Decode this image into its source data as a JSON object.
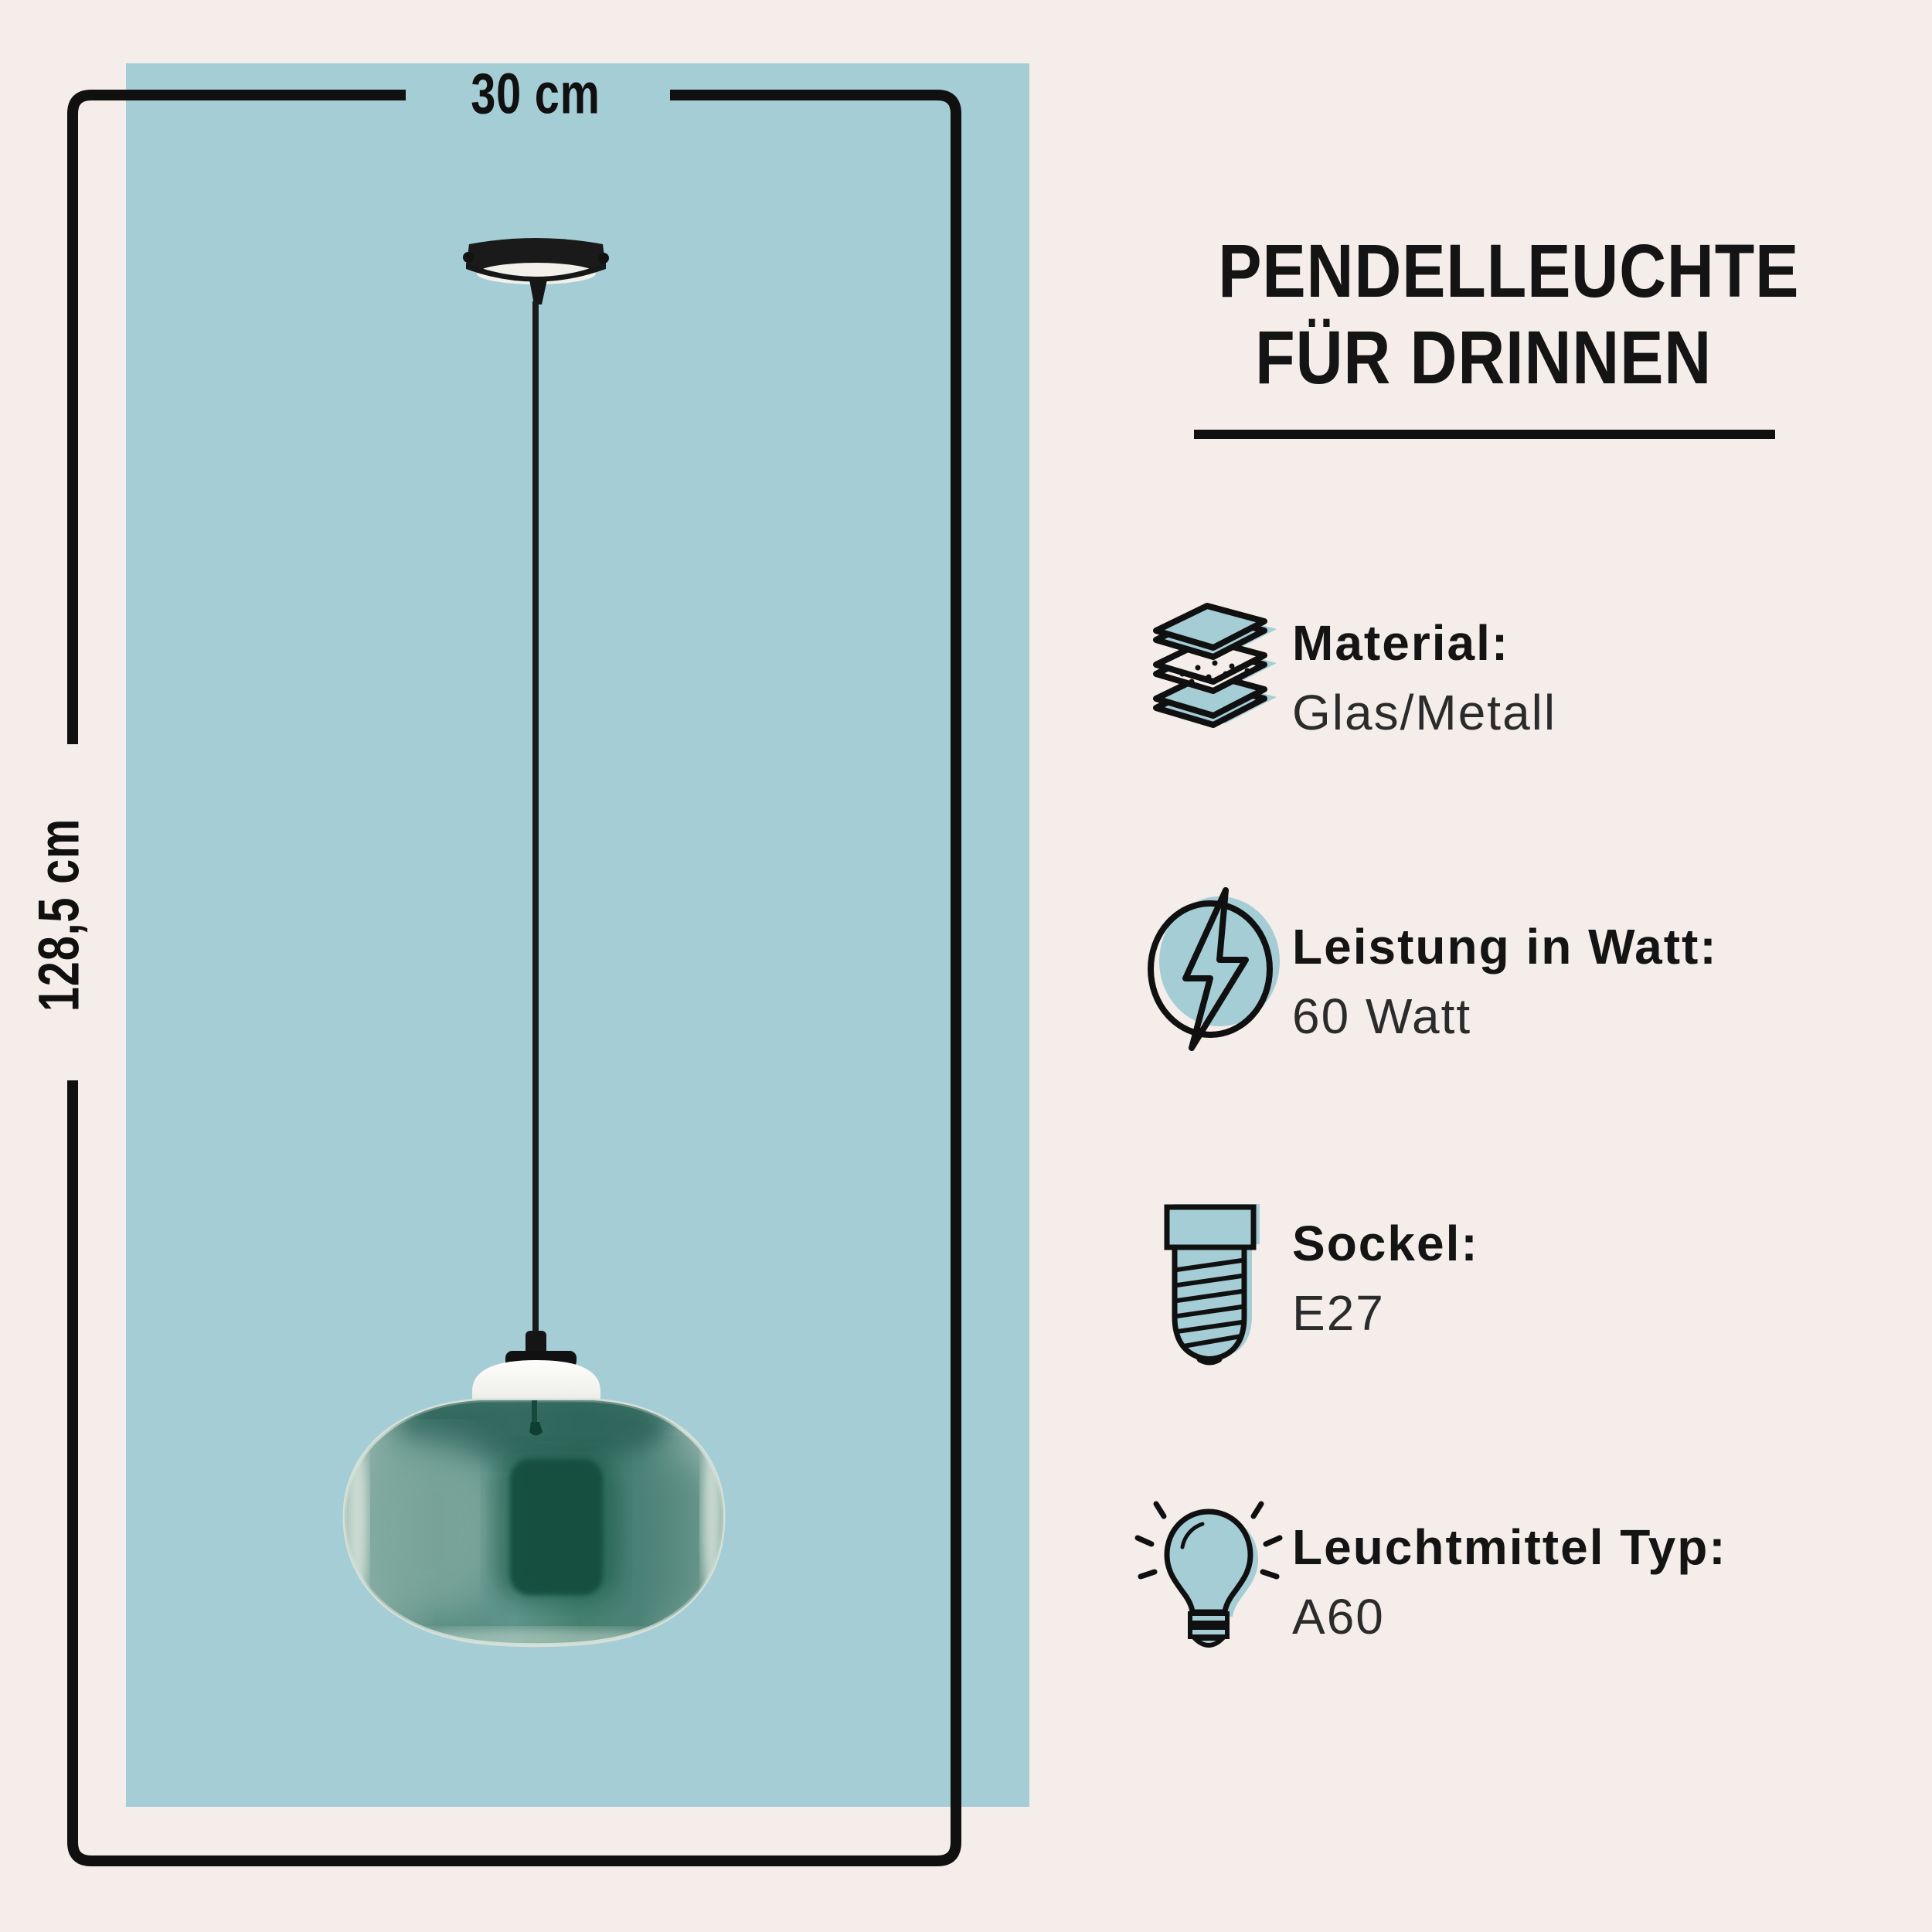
{
  "colors": {
    "background": "#f4ede9",
    "panel_blue": "#a5cdd6",
    "line_black": "#101010",
    "glass_green_dark": "#125040",
    "glass_green_mid": "#4d8177"
  },
  "dimension_annotations": {
    "width_label": "30 cm",
    "height_label": "128,5 cm"
  },
  "title": {
    "line1": "PENDELLEUCHTE",
    "line2": "FÜR DRINNEN"
  },
  "specs": [
    {
      "icon": "material-layers-icon",
      "label": "Material:",
      "value": "Glas/Metall"
    },
    {
      "icon": "power-lightning-icon",
      "label": "Leistung in Watt:",
      "value": "60 Watt"
    },
    {
      "icon": "socket-screw-base-icon",
      "label": "Sockel:",
      "value": "E27"
    },
    {
      "icon": "light-bulb-icon",
      "label": "Leuchtmittel Typ:",
      "value": "A60"
    }
  ]
}
